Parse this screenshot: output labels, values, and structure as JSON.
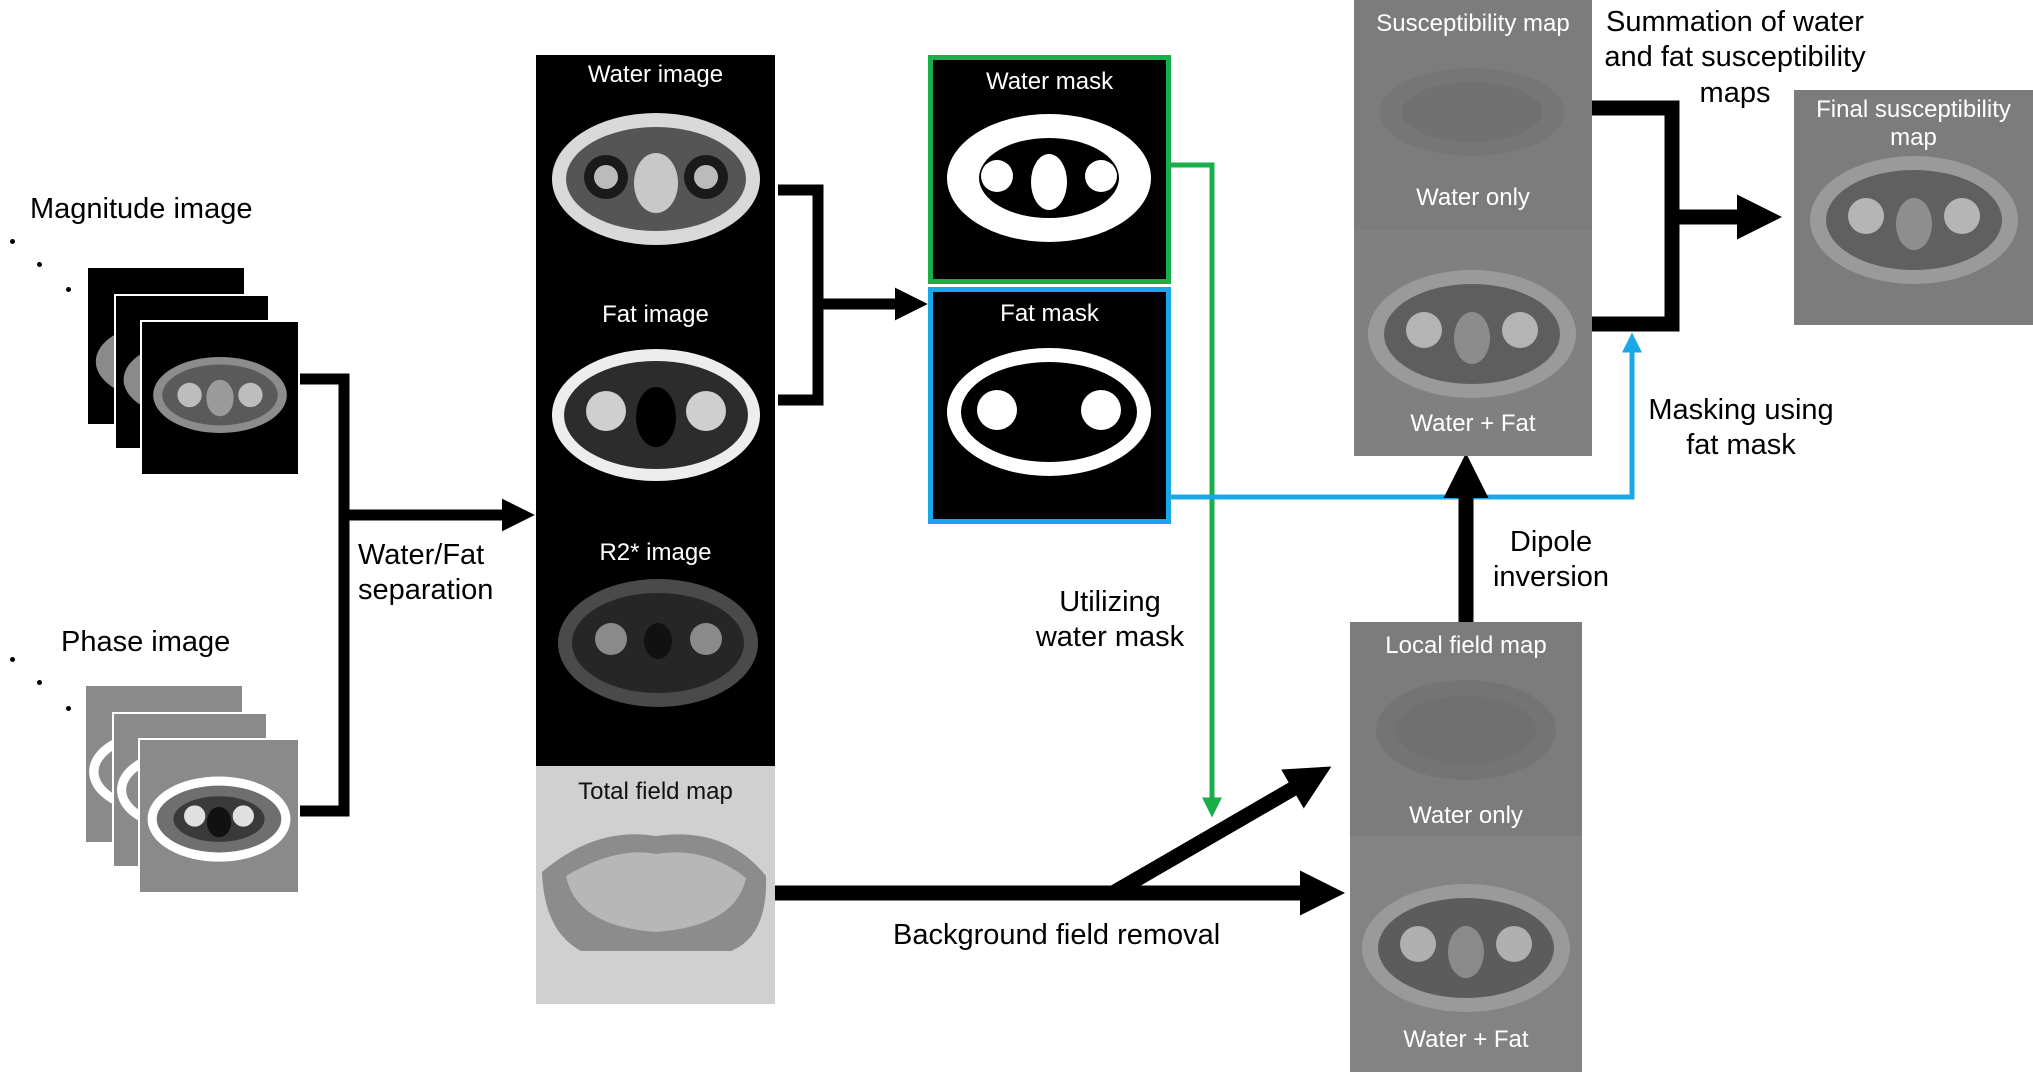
{
  "left": {
    "magnitude_label": "Magnitude image",
    "phase_label": "Phase image"
  },
  "separation_label": [
    "Water/Fat",
    "separation"
  ],
  "column1": {
    "water_image": "Water image",
    "fat_image": "Fat image",
    "r2_image": "R2* image",
    "total_field": "Total field  map"
  },
  "masks": {
    "water_mask": "Water mask",
    "fat_mask": "Fat mask"
  },
  "utilizing_label": [
    "Utilizing",
    "water mask"
  ],
  "background_label": "Background field removal",
  "local_field": {
    "title": "Local field  map",
    "water_only": "Water only",
    "water_fat": "Water + Fat"
  },
  "dipole_label": [
    "Dipole",
    "inversion"
  ],
  "susceptibility": {
    "title": "Susceptibility map",
    "water_only": "Water only",
    "water_fat": "Water + Fat"
  },
  "masking_label": [
    "Masking using",
    "fat mask"
  ],
  "summation_label": [
    "Summation of water",
    "and fat susceptibility",
    "maps"
  ],
  "final": [
    "Final susceptibility",
    "map"
  ],
  "colors": {
    "water_mask_border": "#1aae4a",
    "fat_mask_border": "#1aa7e8",
    "arrow_black": "#000000",
    "dark_panel": "#000000",
    "gray_panel": "#7c7c7c",
    "light_panel": "#d0d0d0"
  }
}
